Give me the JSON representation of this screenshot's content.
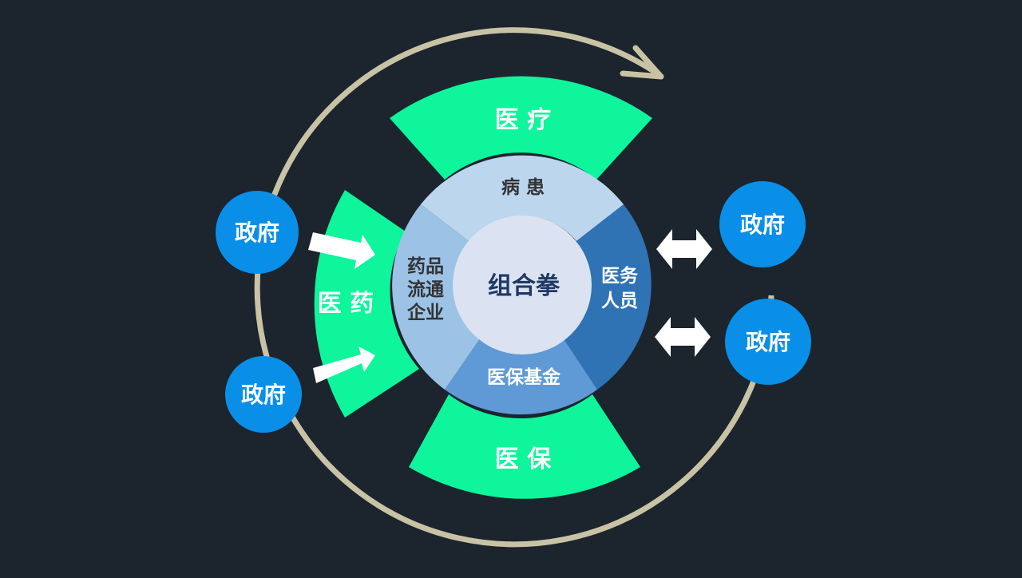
{
  "sectors": {
    "medical": "医 疗",
    "insurance": "医 保",
    "pharma": "医 药"
  },
  "ring": {
    "patients": "病 患",
    "staff_line1": "医务",
    "staff_line2": "人员",
    "fund": "医保基金",
    "dist_line1": "药品",
    "dist_line2": "流通",
    "dist_line3": "企业"
  },
  "center": {
    "title": "组合拳"
  },
  "government": {
    "top_left": "政府",
    "bottom_left": "政府",
    "top_right": "政府",
    "bottom_right": "政府"
  },
  "colors": {
    "background": "#1c242d",
    "sector_green": "#0ef59c",
    "ring_light": "#bcd6ee",
    "ring_mid": "#9cc2e6",
    "ring_dark": "#2f73b4",
    "ring_fund": "#5f9ad6",
    "center_fill": "#dbe3f2",
    "center_text": "#203864",
    "gov_blue": "#0a8fe8",
    "orbit": "#c9c3a6"
  },
  "icons": {
    "arrow_in": "right-arrow-icon",
    "arrow_double": "double-arrow-icon",
    "cycle": "cycle-arrow-icon"
  }
}
